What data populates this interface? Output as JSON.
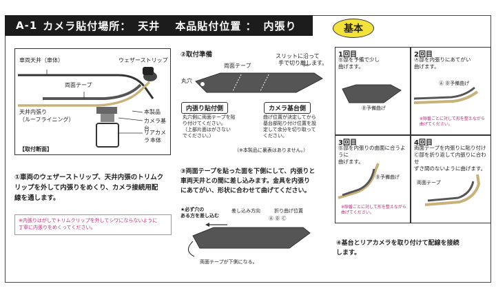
{
  "header": {
    "code": "A-1",
    "camera_location_label": "カメラ貼付場所：",
    "camera_location_value": "天井",
    "position_label": "本品貼付位置 ：",
    "position_value": "内張り",
    "badge": "基本"
  },
  "section_diagram": {
    "label_roof": "車両天井（車体）",
    "label_weatherstrip": "ウェザーストリップ",
    "label_tape": "両面テープ",
    "label_lining_1": "天井内張り",
    "label_lining_2": "（ルーフライニング）",
    "label_product": "本製品",
    "label_base": "カメラ基台",
    "label_camera_1": "リアカメラ",
    "label_camera_2": "本体",
    "caption": "【取付断面】"
  },
  "step1": {
    "text_1": "①車両のウェザーストリップ、天井内張のトリムク",
    "text_2": "リップを外して内張りをめくり、カメラ接続用配",
    "text_3": "線を通します。",
    "note_1": "※内張りはがしでトリムクリップを外してシワにならないように",
    "note_2": "丁寧に内張りをめくってください。"
  },
  "step2": {
    "title": "②取付準備",
    "label_tape": "両面テープ",
    "label_slit_1": "スリットに沿って",
    "label_slit_2": "手で切り離します。",
    "label_round_hole": "丸穴",
    "box_lining": "内張り貼付側",
    "box_base": "カメラ基台側",
    "left_text_1": "丸穴側に両面テープを貼",
    "left_text_2": "り付けてください。",
    "left_text_3": "（上部片面はがさない",
    "left_text_4": "でください。）",
    "right_text_1": "曲げ位置が決定してから",
    "right_text_2": "基台部貼り付け位置を設",
    "right_text_3": "定して余分を切り取って",
    "right_text_4": "ください。",
    "note": "（※本製品に裏表はありません。）"
  },
  "step3": {
    "text_1": "③両面テープを貼った面を下側にして、内張りと",
    "text_2": "車両天井との間に差し込みます。金具を内張り",
    "text_3": "にあてがい、形状に合わせて曲げてください。",
    "label_fold_1": "★必ず穴の",
    "label_fold_2": "ある方を差し込む",
    "label_direction": "差し込み方向",
    "label_bend": "折り曲げ位置",
    "label_abc": "Ⓐ Ⓑ Ⓒ",
    "label_tape_bottom": "両面テープが下側になる。"
  },
  "panels": [
    {
      "title": "1回目",
      "text_1": "Ⓑ部を予備で少し",
      "text_2": "曲げます。",
      "sub": "Ⓑ予備曲げ"
    },
    {
      "title": "2回目",
      "text_1": "Ⓐ部を内張りにあてがい",
      "text_2": "曲げます。",
      "sub": "Ⓐ Ⓑ予備曲げ",
      "pink_1": "※隙番ごとに対して形を整えながら",
      "pink_2": "曲げてください。"
    },
    {
      "title": "3回目",
      "text_1": "Ⓑ部を内張りの曲面に合うように",
      "text_2": "曲げます。",
      "sub": "Ⓑ予備曲げ",
      "pink_1": "※隙番ごとに対して形を整えながら",
      "pink_2": "曲げてください。"
    },
    {
      "title": "4回目",
      "text_1": "両面テープを内張りに貼り付け",
      "text_2": "Ⓒ部を折り返して内張りに合わせ",
      "text_3": "ずさ間のないように曲げます。",
      "sub": "両面テープ"
    }
  ],
  "step4": {
    "text_1": "④基台とリアカメラを取り付けて配線を接続",
    "text_2": "します。"
  },
  "colors": {
    "title_bg": "#1c1c1c",
    "badge_bg": "#f2e23a",
    "note_pink": "#c0267a",
    "tape_gray": "#555555",
    "lining_tan": "#c9b27a"
  }
}
